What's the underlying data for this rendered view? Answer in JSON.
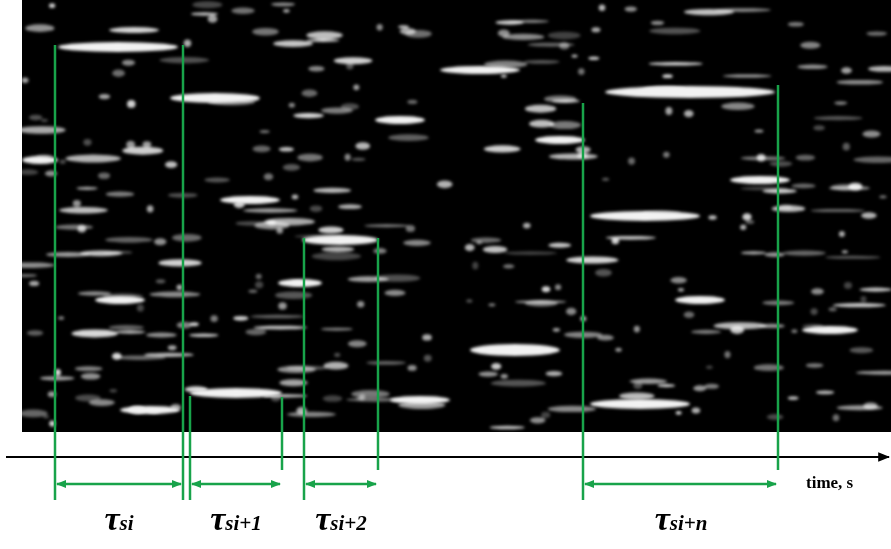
{
  "diagram": {
    "labels": [
      "τsi",
      "τsi+1",
      "τsi+2",
      "τsi+n",
      "time, s"
    ]
  }
}
